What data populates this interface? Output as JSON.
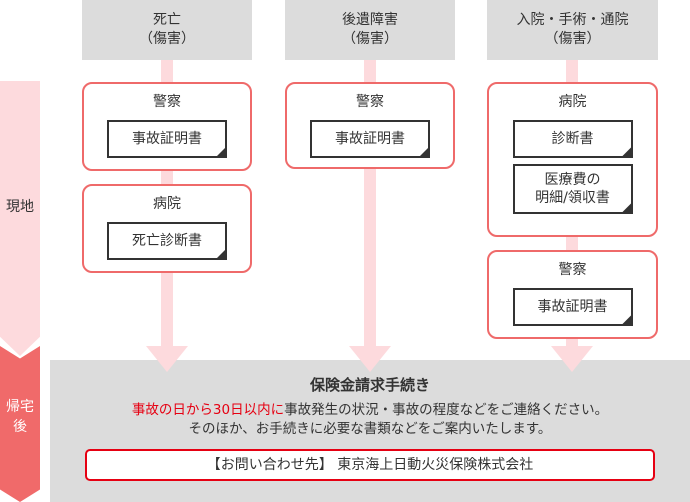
{
  "phases": {
    "onsite": "現地",
    "after_return": "帰宅後"
  },
  "columns": [
    {
      "header": [
        "死亡",
        "（傷害）"
      ],
      "cards": [
        {
          "title": "警察",
          "docs": [
            "事故証明書"
          ]
        },
        {
          "title": "病院",
          "docs": [
            "死亡診断書"
          ]
        }
      ]
    },
    {
      "header": [
        "後遺障害",
        "（傷害）"
      ],
      "cards": [
        {
          "title": "警察",
          "docs": [
            "事故証明書"
          ]
        }
      ]
    },
    {
      "header": [
        "入院・手術・通院",
        "（傷害）"
      ],
      "cards": [
        {
          "title": "病院",
          "docs": [
            "診断書",
            "医療費の",
            "明細/領収書"
          ]
        },
        {
          "title": "警察",
          "docs": [
            "事故証明書"
          ]
        }
      ]
    }
  ],
  "claim": {
    "title": "保険金請求手続き",
    "deadline": "事故の日から30日以内に",
    "line1_rest": "事故発生の状況・事故の程度などをご連絡ください。",
    "line2": "そのほか、お手続きに必要な書類などをご案内いたします。",
    "contact": "【お問い合わせ先】 東京海上日動火災保険株式会社"
  },
  "colors": {
    "accent": "#ef6a6a",
    "pink": "#fddadd",
    "red_text": "#e60012",
    "gray": "#dcdcdc"
  }
}
